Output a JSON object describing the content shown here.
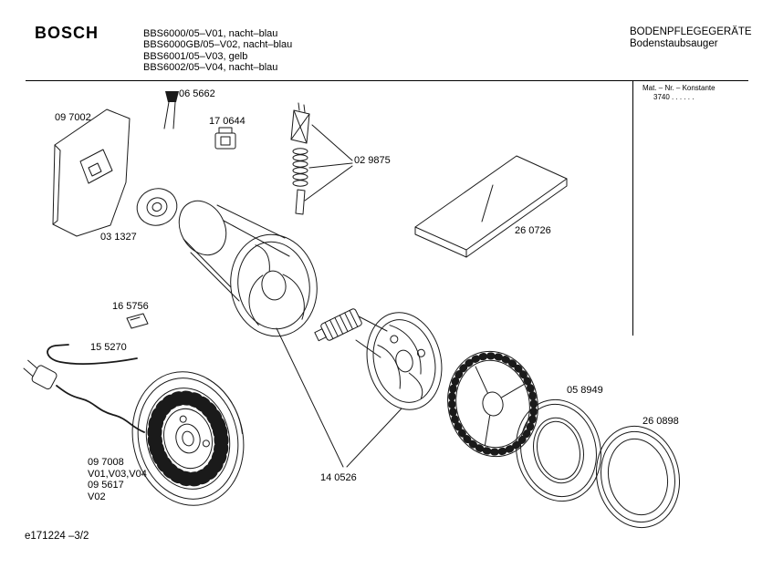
{
  "header": {
    "brand": "BOSCH",
    "models": [
      "BBS6000/05–V01, nacht–blau",
      "BBS6000GB/05–V02, nacht–blau",
      "BBS6001/05–V03, gelb",
      "BBS6002/05–V04, nacht–blau"
    ],
    "category": "BODENPFLEGEGERÄTE",
    "product": "Bodenstaubsauger",
    "mat_label": "Mat. – Nr. – Konstante",
    "mat_value": "3740 . . . . . ."
  },
  "parts": {
    "p097002": {
      "label": "09 7002"
    },
    "p065662": {
      "label": "06 5662"
    },
    "p170644": {
      "label": "17 0644"
    },
    "p029875": {
      "label": "02 9875"
    },
    "p260726": {
      "label": "26 0726"
    },
    "p031327": {
      "label": "03 1327"
    },
    "p165756": {
      "label": "16 5756"
    },
    "p155270": {
      "label": "15 5270"
    },
    "p097008": {
      "label": "09 7008",
      "variants": "V01,V03,V04",
      "alt_label": "09 5617",
      "alt_variants": "V02"
    },
    "p140526": {
      "label": "14 0526"
    },
    "p058949": {
      "label": "05 8949"
    },
    "p260898": {
      "label": "26 0898"
    }
  },
  "footer": {
    "doc_number": "e171224 –3/2"
  }
}
